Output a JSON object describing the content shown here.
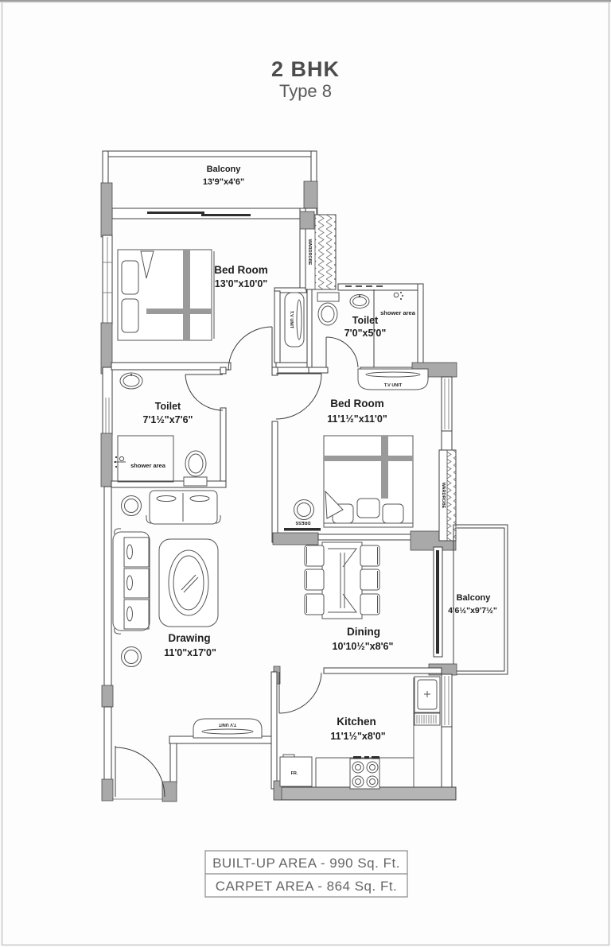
{
  "page": {
    "title": "2 BHK",
    "subtitle": "Type 8"
  },
  "rooms": {
    "balcony_top": {
      "name": "Balcony",
      "dims": "13'9\"x4'6\""
    },
    "bedroom_1": {
      "name": "Bed Room",
      "dims": "13'0\"x10'0\""
    },
    "toilet_attached": {
      "name": "Toilet",
      "dims": "7'0\"x5'0\""
    },
    "toilet_common": {
      "name": "Toilet",
      "dims": "7'1½\"x7'6\""
    },
    "bedroom_2": {
      "name": "Bed Room",
      "dims": "11'1½\"x11'0\""
    },
    "drawing": {
      "name": "Drawing",
      "dims": "11'0\"x17'0\""
    },
    "dining": {
      "name": "Dining",
      "dims": "10'10½\"x8'6\""
    },
    "balcony_side": {
      "name": "Balcony",
      "dims": "4'6½\"x9'7½\""
    },
    "kitchen": {
      "name": "Kitchen",
      "dims": "11'1½\"x8'0\""
    }
  },
  "fixtures": {
    "wardrobe_1": "WARDROBE",
    "wardrobe_2": "WARDROBE",
    "tv_unit_1": "T.V UNIT",
    "tv_unit_2": "T.V UNIT",
    "tv_unit_3": "T.V UNIT",
    "dress": "DRESS",
    "fridge": "FR.",
    "shower_1": "shower area",
    "shower_2": "shower area"
  },
  "footer": {
    "built_up": "BUILT-UP AREA - 990 Sq. Ft.",
    "carpet": "CARPET AREA - 864 Sq. Ft."
  },
  "colors": {
    "wall_gray": "#a9a9a9",
    "line": "#3f3f3f",
    "text_dark": "#1e1e1e",
    "muted": "#666666"
  }
}
